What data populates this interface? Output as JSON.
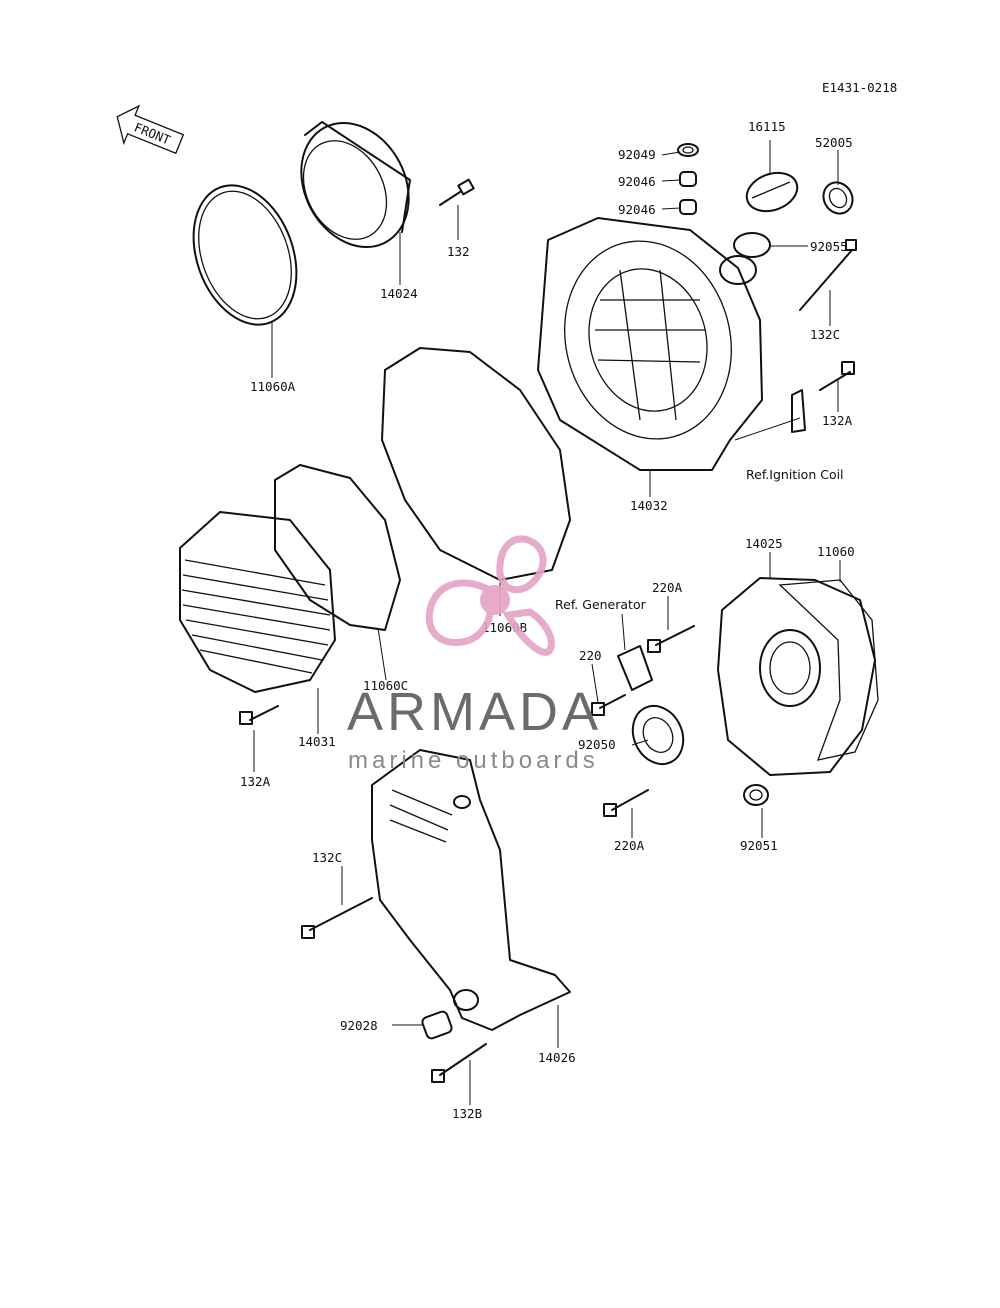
{
  "diagram_code": "E1431-0218",
  "front_label": "FRONT",
  "watermark": {
    "brand": "ARMADA",
    "tagline": "marine outboards",
    "logo_color": "#e4a3c4"
  },
  "parts": [
    {
      "id": "92049",
      "label": "92049"
    },
    {
      "id": "16115",
      "label": "16115"
    },
    {
      "id": "52005",
      "label": "52005"
    },
    {
      "id": "92046a",
      "label": "92046"
    },
    {
      "id": "92046b",
      "label": "92046"
    },
    {
      "id": "92055",
      "label": "92055"
    },
    {
      "id": "132",
      "label": "132"
    },
    {
      "id": "14024",
      "label": "14024"
    },
    {
      "id": "11060A",
      "label": "11060A"
    },
    {
      "id": "132C_top",
      "label": "132C"
    },
    {
      "id": "132A_right",
      "label": "132A"
    },
    {
      "id": "ref_ignition",
      "label": "Ref.Ignition Coil"
    },
    {
      "id": "14032",
      "label": "14032"
    },
    {
      "id": "14025",
      "label": "14025"
    },
    {
      "id": "11060",
      "label": "11060"
    },
    {
      "id": "220A_top",
      "label": "220A"
    },
    {
      "id": "ref_generator",
      "label": "Ref. Generator"
    },
    {
      "id": "11060B",
      "label": "11060B"
    },
    {
      "id": "220",
      "label": "220"
    },
    {
      "id": "11060C",
      "label": "11060C"
    },
    {
      "id": "92050",
      "label": "92050"
    },
    {
      "id": "14031",
      "label": "14031"
    },
    {
      "id": "132A_left",
      "label": "132A"
    },
    {
      "id": "220A_bottom",
      "label": "220A"
    },
    {
      "id": "92051",
      "label": "92051"
    },
    {
      "id": "132C_bottom",
      "label": "132C"
    },
    {
      "id": "92028",
      "label": "92028"
    },
    {
      "id": "14026",
      "label": "14026"
    },
    {
      "id": "132B",
      "label": "132B"
    }
  ]
}
